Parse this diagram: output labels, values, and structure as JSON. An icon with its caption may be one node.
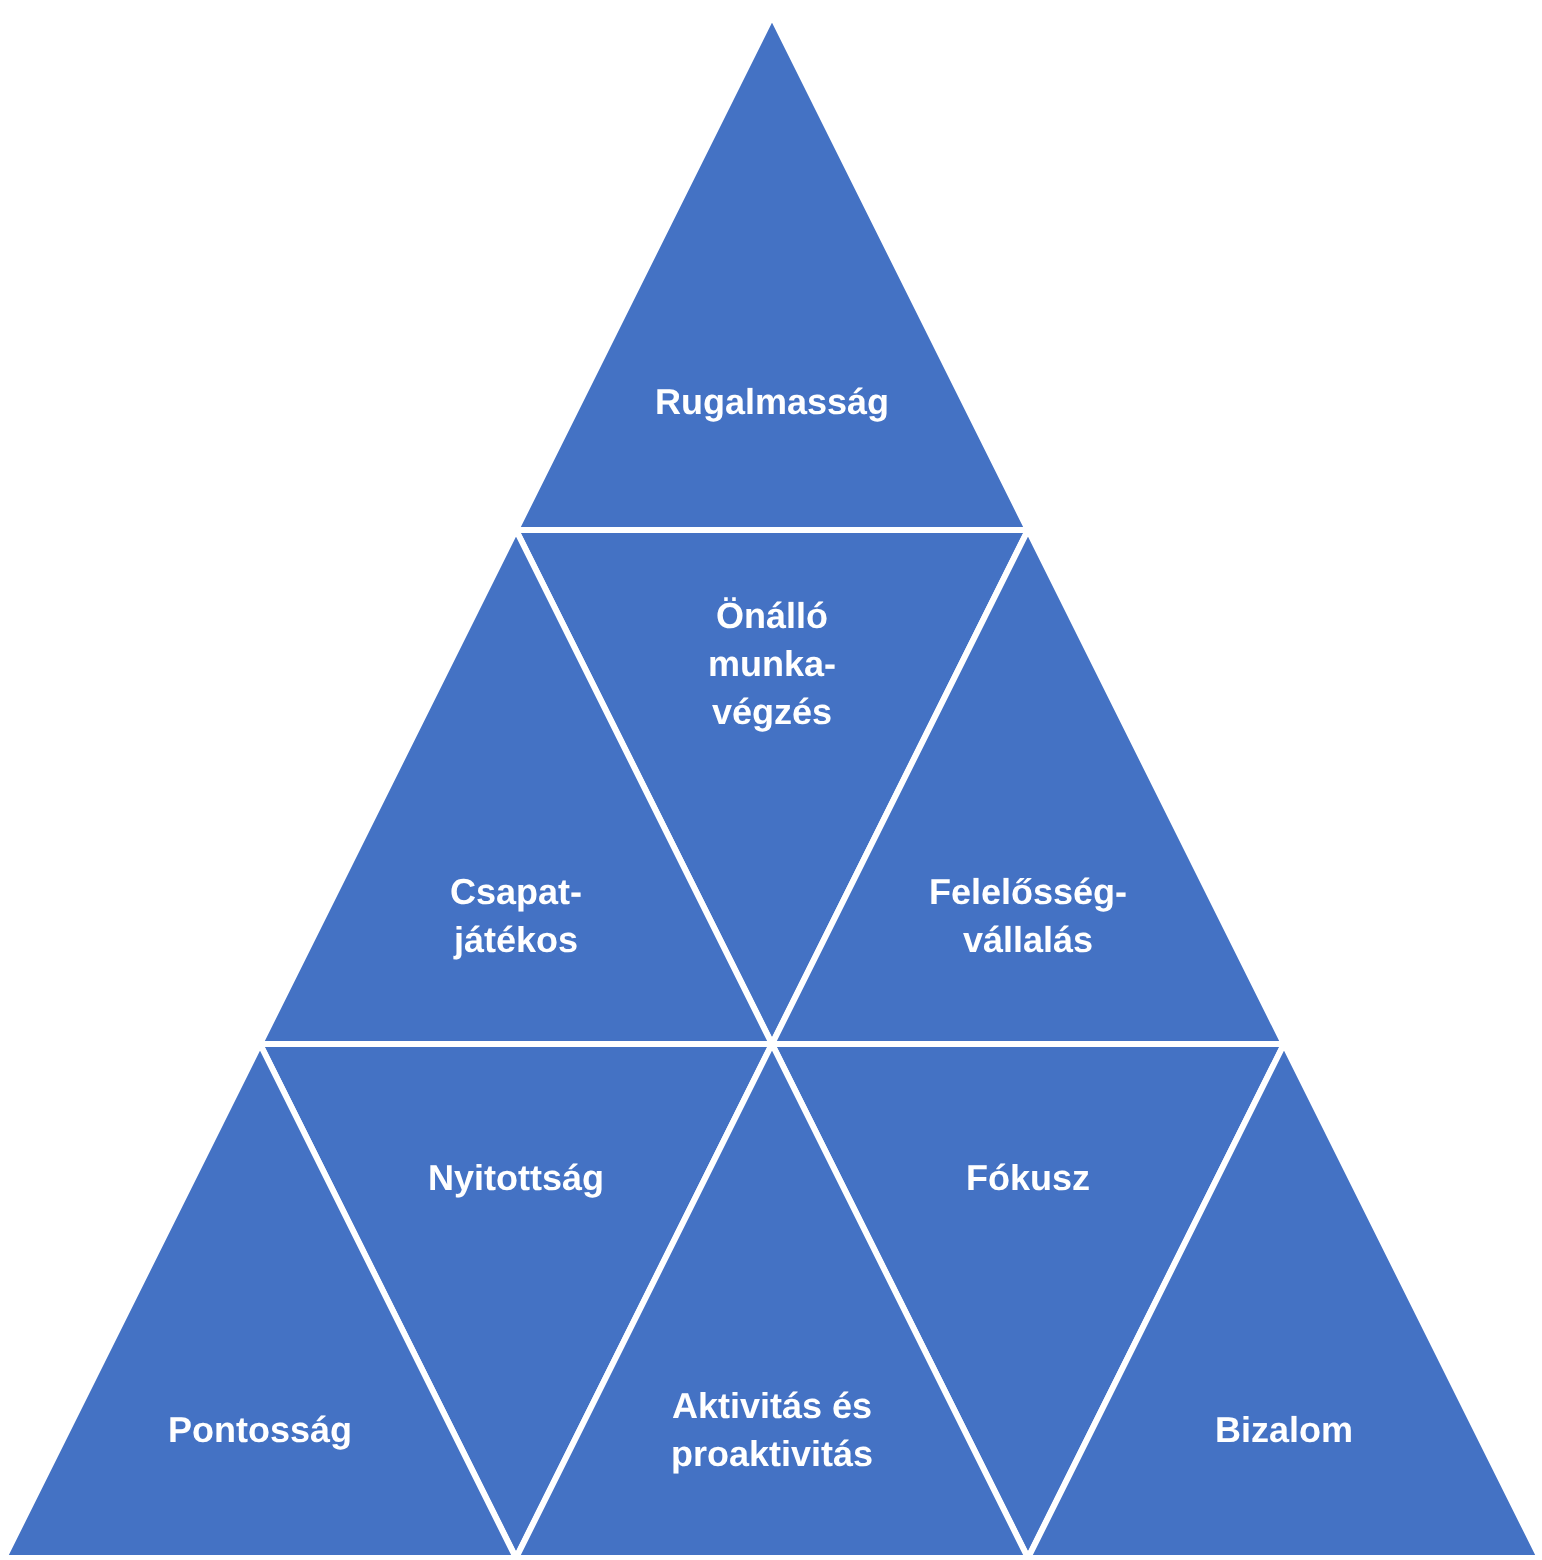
{
  "diagram": {
    "nodes": [
      {
        "text": [
          "Rugalmasság"
        ]
      },
      {
        "text": [
          "Önálló munka- végzés"
        ]
      },
      {
        "text": [
          "Csapat- játékos"
        ]
      },
      {
        "text": [
          "Felelősség- vállalás"
        ]
      },
      {
        "text": [
          "Nyitottság"
        ]
      },
      {
        "text": [
          "Fókusz"
        ]
      },
      {
        "text": [
          "Pontosság"
        ]
      },
      {
        "text": [
          "Aktivitás és proaktivitás"
        ]
      },
      {
        "text": [
          "Bizalom"
        ]
      }
    ]
  }
}
